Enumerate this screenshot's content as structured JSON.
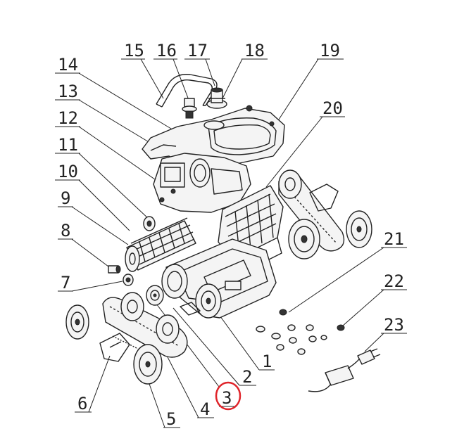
{
  "callouts": [
    {
      "id": "15",
      "text": "15"
    },
    {
      "id": "16",
      "text": "16"
    },
    {
      "id": "17",
      "text": "17"
    },
    {
      "id": "18",
      "text": "18"
    },
    {
      "id": "19",
      "text": "19"
    },
    {
      "id": "14",
      "text": "14"
    },
    {
      "id": "13",
      "text": "13"
    },
    {
      "id": "12",
      "text": "12"
    },
    {
      "id": "11",
      "text": "11"
    },
    {
      "id": "10",
      "text": "10"
    },
    {
      "id": "20",
      "text": "20"
    },
    {
      "id": "9",
      "text": "9"
    },
    {
      "id": "8",
      "text": "8"
    },
    {
      "id": "21",
      "text": "21"
    },
    {
      "id": "22",
      "text": "22"
    },
    {
      "id": "7",
      "text": "7"
    },
    {
      "id": "23",
      "text": "23"
    },
    {
      "id": "1",
      "text": "1"
    },
    {
      "id": "2",
      "text": "2"
    },
    {
      "id": "3",
      "text": "3"
    },
    {
      "id": "4",
      "text": "4"
    },
    {
      "id": "5",
      "text": "5"
    },
    {
      "id": "6",
      "text": "6"
    }
  ],
  "highlight": {
    "callout": "3",
    "color": "#e0242a"
  },
  "colors": {
    "ink": "#222222",
    "background": "#ffffff"
  }
}
